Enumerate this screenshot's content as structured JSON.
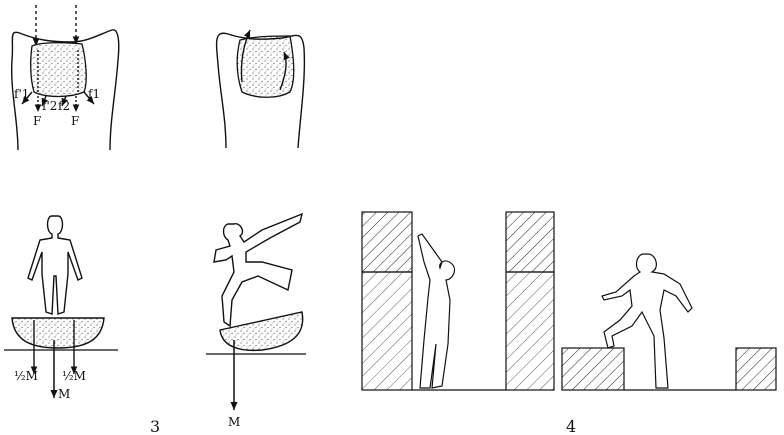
{
  "colors": {
    "ink": "#111111",
    "stipple": "#555555",
    "paper": "#ffffff"
  },
  "tooth": {
    "force_labels": [
      "f'1",
      "f'2",
      "f2",
      "f1"
    ],
    "resultant_label_left": "F",
    "resultant_label_right": "F"
  },
  "balance": {
    "half_left": "½M",
    "half_right": "½M",
    "total": "M",
    "tilted_total": "M"
  },
  "figure_numbers": {
    "left": "3",
    "right": "4"
  }
}
